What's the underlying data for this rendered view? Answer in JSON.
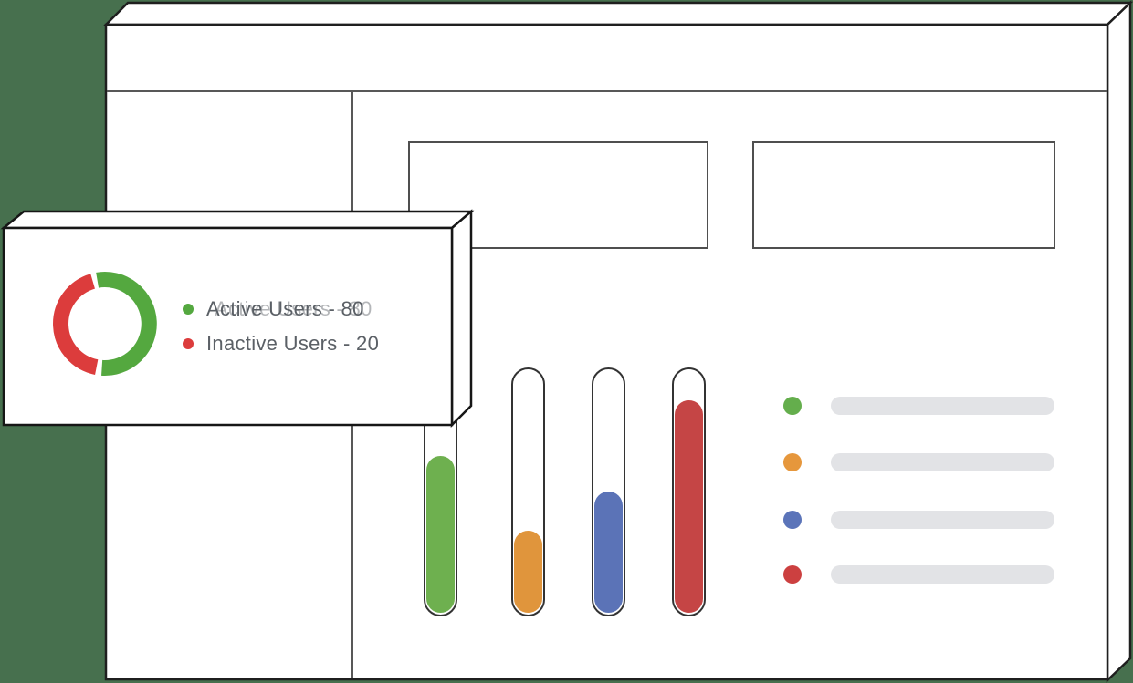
{
  "scene": {
    "background_color": "#47704E",
    "window_fill": "#FFFFFF",
    "outline_dark": "#1F1F1F",
    "outline_gray": "#555555"
  },
  "popup_card": {
    "legend": [
      {
        "label": "Active Users - 80",
        "color": "#54A83F",
        "ghost": true
      },
      {
        "label": "Inactive Users - 20",
        "color": "#DC3C3C",
        "ghost": false
      }
    ]
  },
  "chart_data": [
    {
      "id": "donut",
      "type": "pie",
      "donut": true,
      "title": "",
      "labels": [
        "Active Users",
        "Inactive Users"
      ],
      "values": [
        80,
        20
      ],
      "colors": [
        "#54A83F",
        "#DC3C3C"
      ],
      "legend_position": "right",
      "drawn_arcs": [
        {
          "label": "Active Users",
          "color": "#54A83F",
          "start_deg": 100,
          "sweep_deg": -194
        },
        {
          "label": "Inactive Users",
          "color": "#DC3C3C",
          "start_deg": 106,
          "sweep_deg": 153
        }
      ]
    },
    {
      "id": "tube-bars",
      "type": "bar",
      "orientation": "vertical",
      "categories": [
        "",
        "",
        "",
        ""
      ],
      "values_percent": [
        65,
        34,
        50,
        88
      ],
      "colors": [
        "#6EB04F",
        "#E0953C",
        "#5B73B7",
        "#C54545"
      ],
      "ylim": [
        0,
        100
      ],
      "note": "unlabeled capsule-style tubes"
    }
  ],
  "right_legend": {
    "bar_color": "#E2E3E6",
    "rows": [
      {
        "color": "#64AE4C"
      },
      {
        "color": "#E6973C"
      },
      {
        "color": "#5B74B9"
      },
      {
        "color": "#CC4040"
      }
    ]
  }
}
